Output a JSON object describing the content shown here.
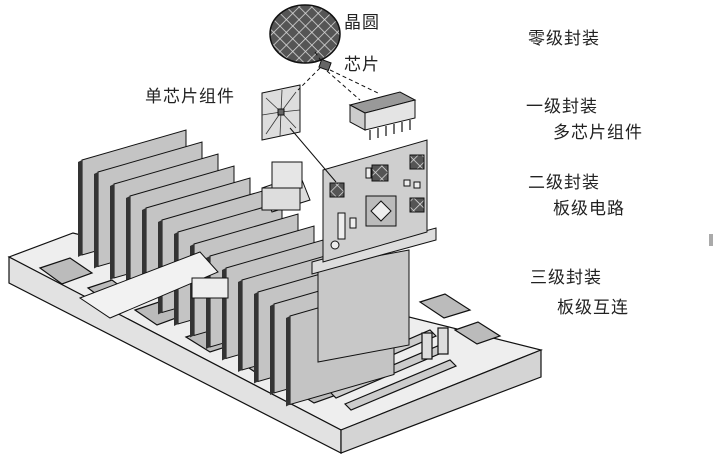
{
  "labels": {
    "wafer": "晶圆",
    "chip": "芯片",
    "single_chip_module": "单芯片组件"
  },
  "levels": [
    {
      "title": "零级封装",
      "subtitle": ""
    },
    {
      "title": "一级封装",
      "subtitle": "多芯片组件"
    },
    {
      "title": "二级封装",
      "subtitle": "板级电路"
    },
    {
      "title": "三级封装",
      "subtitle": "板级互连"
    }
  ],
  "colors": {
    "line": "#111111",
    "fill_light": "#ececec",
    "fill_mid": "#bdbdbd",
    "fill_dark": "#555555"
  }
}
